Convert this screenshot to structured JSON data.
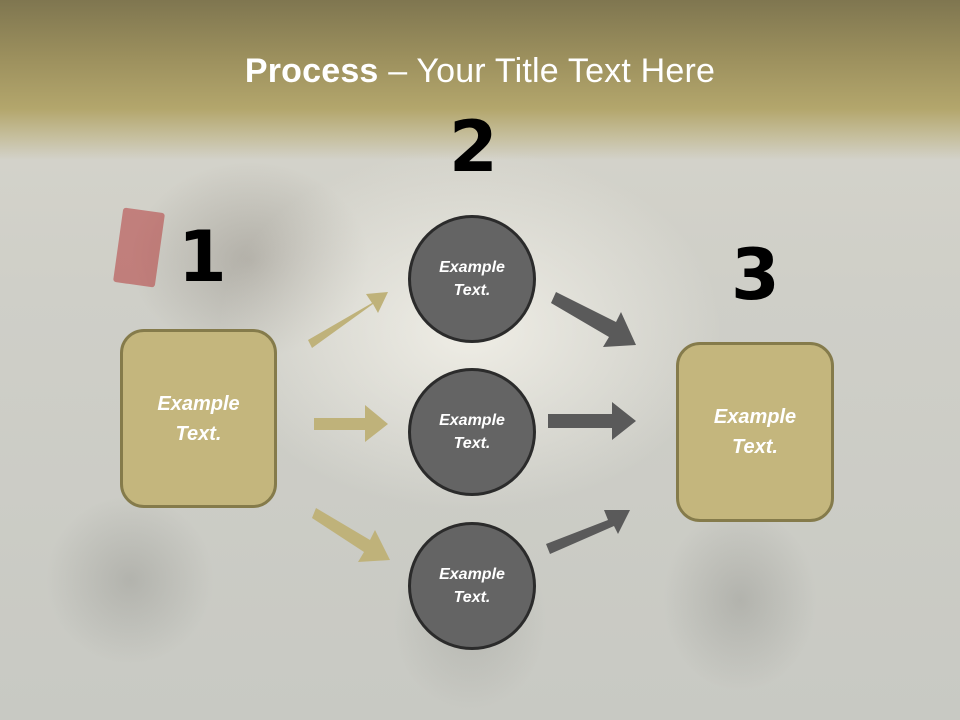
{
  "slide": {
    "title_bold": "Process",
    "title_rest": " – Your Title Text Here",
    "colors": {
      "header_gradient_top": "#7f7650",
      "header_gradient_bottom": "#b3a66c",
      "box_fill": "#c4b67d",
      "box_border": "#857b4b",
      "circle_fill": "#646464",
      "circle_border": "#2b2b2b",
      "arrow_left_color": "#bfb27a",
      "arrow_right_color": "#5a5a5a",
      "number_color": "#000000"
    }
  },
  "steps": [
    {
      "number": "1",
      "label_line1": "Example",
      "label_line2": "Text."
    },
    {
      "number": "2",
      "label_line1": "Example",
      "label_line2": "Text."
    },
    {
      "number": "3",
      "label_line1": "Example",
      "label_line2": "Text."
    }
  ],
  "circles": [
    {
      "label_line1": "Example",
      "label_line2": "Text."
    },
    {
      "label_line1": "Example",
      "label_line2": "Text."
    },
    {
      "label_line1": "Example",
      "label_line2": "Text."
    }
  ]
}
